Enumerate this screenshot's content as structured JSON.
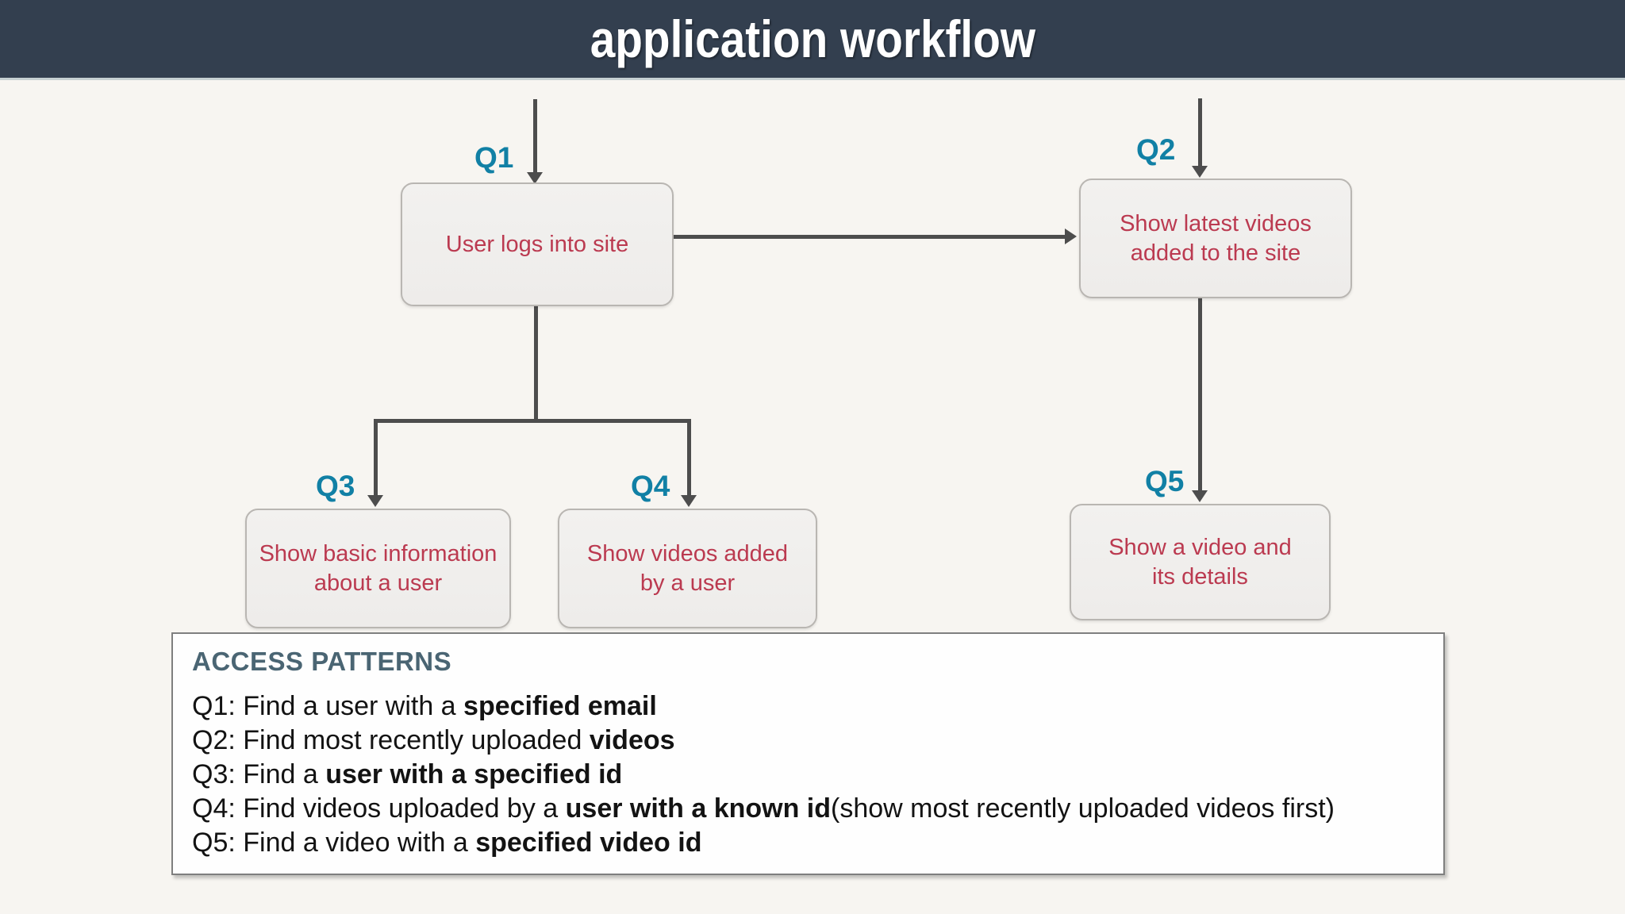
{
  "header": {
    "title": "application workflow"
  },
  "diagram": {
    "nodes": {
      "q1": {
        "label": "Q1",
        "text": "User logs into site"
      },
      "q2": {
        "label": "Q2",
        "text": "Show latest videos\nadded to the site"
      },
      "q3": {
        "label": "Q3",
        "text": "Show basic information\nabout a user"
      },
      "q4": {
        "label": "Q4",
        "text": "Show videos added\nby a user"
      },
      "q5": {
        "label": "Q5",
        "text": "Show a video and\nits details"
      }
    },
    "edges": [
      "top to Q1",
      "top to Q2",
      "Q1 to Q2",
      "Q1 to Q3",
      "Q1 to Q4",
      "Q2 to Q5"
    ],
    "colors": {
      "header_bg": "#333f4f",
      "page_bg": "#f7f5f1",
      "node_fill": "#f0efed",
      "node_border": "#b9b6b2",
      "node_text": "#bb3a50",
      "q_label": "#1180a5",
      "arrow": "#4d4d4d",
      "access_title": "#4a6573"
    }
  },
  "access_patterns": {
    "title": "ACCESS PATTERNS",
    "items": [
      {
        "segments": [
          {
            "text": "Q1: Find a user with a ",
            "bold": false
          },
          {
            "text": "specified email",
            "bold": true
          }
        ]
      },
      {
        "segments": [
          {
            "text": "Q2: Find most recently uploaded ",
            "bold": false
          },
          {
            "text": "videos",
            "bold": true
          }
        ]
      },
      {
        "segments": [
          {
            "text": "Q3: Find a ",
            "bold": false
          },
          {
            "text": "user with a specified id",
            "bold": true
          }
        ]
      },
      {
        "segments": [
          {
            "text": "Q4: Find videos uploaded by a ",
            "bold": false
          },
          {
            "text": "user with a known id",
            "bold": true
          },
          {
            "text": "(show most recently uploaded videos first)",
            "bold": false
          }
        ]
      },
      {
        "segments": [
          {
            "text": "Q5: Find a video with a ",
            "bold": false
          },
          {
            "text": "specified video id",
            "bold": true
          }
        ]
      }
    ]
  }
}
